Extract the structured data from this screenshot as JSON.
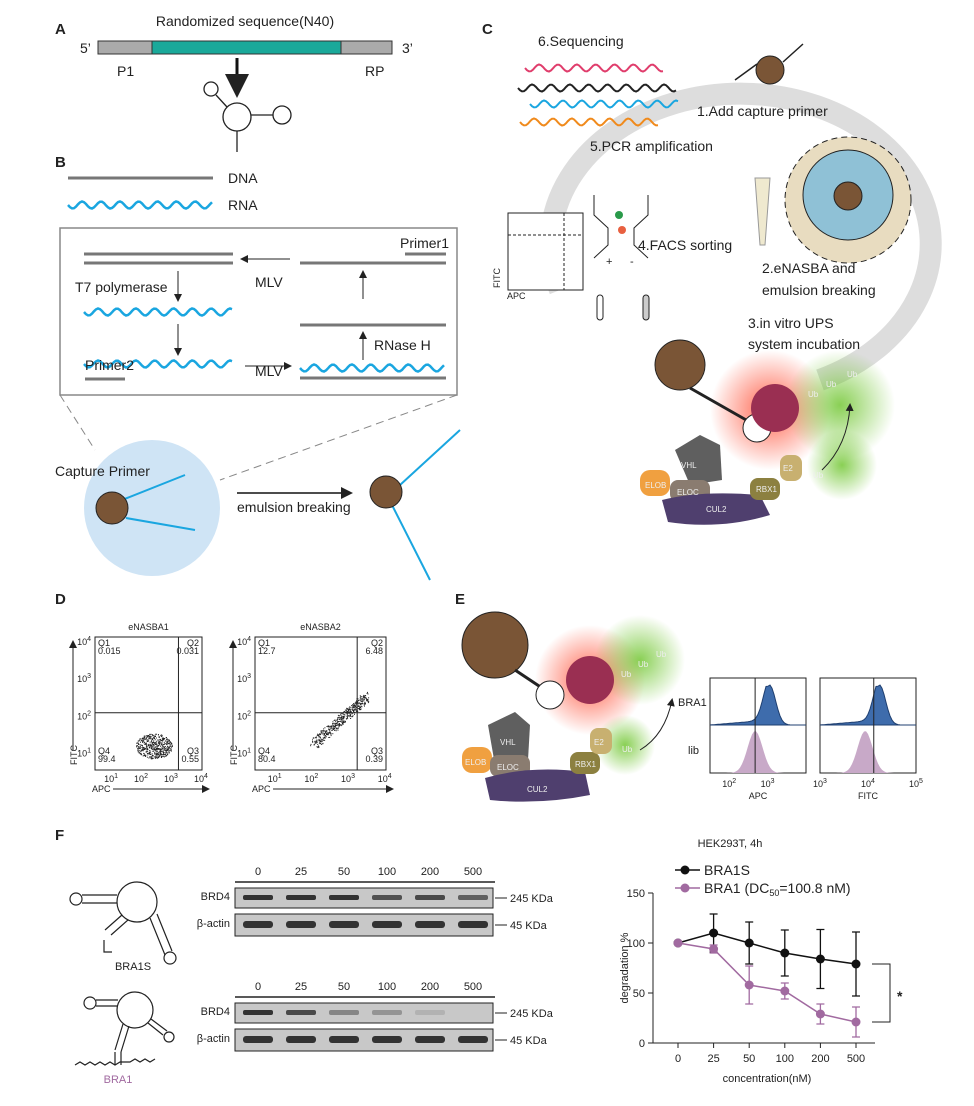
{
  "panels": {
    "a": "A",
    "b": "B",
    "c": "C",
    "d": "D",
    "e": "E",
    "f": "F"
  },
  "panel_a": {
    "title": "Randomized sequence(N40)",
    "five_prime": "5’",
    "three_prime": "3’",
    "p1": "P1",
    "rp": "RP"
  },
  "panel_b": {
    "dna": "DNA",
    "rna": "RNA",
    "primer1": "Primer1",
    "mlv_top": "MLV",
    "t7": "T7 polymerase",
    "rnase": "RNase H",
    "primer2": "Primer2",
    "mlv_bottom": "MLV",
    "capture_primer": "Capture Primer",
    "emulsion_breaking": "emulsion breaking"
  },
  "panel_c": {
    "step6": "6.Sequencing",
    "step1": "1.Add capture primer",
    "step5": "5.PCR amplification",
    "step4": "4.FACS sorting",
    "step2a": "2.eNASBA  and",
    "step2b": "emulsion breaking",
    "step3a": "3.in vitro UPS",
    "step3b": "system incubation",
    "fitc": "FITC",
    "apc": "APC",
    "plus": "+",
    "minus": "-",
    "proteins": {
      "vhl": "VHL",
      "elob": "ELOB",
      "eloc": "ELOC",
      "cul2": "CUL2",
      "rbx1": "RBX1",
      "e2": "E2",
      "ub": "Ub"
    }
  },
  "panel_d": {
    "plots": [
      {
        "title": "eNASBA1",
        "q1": "Q1",
        "q1v": "0.015",
        "q2": "Q2",
        "q2v": "0.031",
        "q3": "Q3",
        "q3v": "0.55",
        "q4": "Q4",
        "q4v": "99.4"
      },
      {
        "title": "eNASBA2",
        "q1": "Q1",
        "q1v": "12.7",
        "q2": "Q2",
        "q2v": "6.48",
        "q3": "Q3",
        "q3v": "0.39",
        "q4": "Q4",
        "q4v": "80.4"
      }
    ],
    "ylabel": "FITC",
    "xlabel": "APC",
    "ticks": [
      "10",
      "1",
      "10",
      "2",
      "10",
      "3",
      "10",
      "4"
    ]
  },
  "panel_e": {
    "bra1": "BRA1",
    "lib": "lib",
    "apc": "APC",
    "fitc": "FITC",
    "apc_ticks": [
      {
        "b": "10",
        "e": "2"
      },
      {
        "b": "10",
        "e": "3"
      }
    ],
    "fitc_ticks": [
      {
        "b": "10",
        "e": "3"
      },
      {
        "b": "10",
        "e": "4"
      },
      {
        "b": "10",
        "e": "5"
      }
    ],
    "proteins": {
      "vhl": "VHL",
      "elob": "ELOB",
      "eloc": "ELOC",
      "cul2": "CUL2",
      "rbx1": "RBX1",
      "e2": "E2",
      "ub": "Ub"
    }
  },
  "panel_f": {
    "bra1s": "BRA1S",
    "bra1": "BRA1",
    "lanes": [
      "0",
      "25",
      "50",
      "100",
      "200",
      "500"
    ],
    "brd4": "BRD4",
    "actin": "β-actin",
    "kda245": "245 KDa",
    "kda45": "45 KDa"
  },
  "colors": {
    "teal": "#1aa99a",
    "brown": "#7a5536",
    "rna": "#1aa6e0",
    "bra1": "#a16aa0",
    "hist_blue": "#3e6cac",
    "hist_pink": "#c8a9c8"
  },
  "chart_data": {
    "type": "line",
    "title": "HEK293T, 4h",
    "xlabel": "concentration(nM)",
    "ylabel": "degradation %",
    "categories": [
      "0",
      "25",
      "50",
      "100",
      "200",
      "500"
    ],
    "ylim": [
      0,
      150
    ],
    "yticks": [
      "0",
      "50",
      "100",
      "150"
    ],
    "series": [
      {
        "name": "BRA1S",
        "values": [
          100,
          110,
          100,
          90,
          84,
          79
        ],
        "errors": [
          0,
          19,
          21,
          23,
          29.5,
          32
        ],
        "color": "#111111"
      },
      {
        "name": "BRA1 (DC50=100.8 nM)",
        "name_main": "BRA1 (DC",
        "name_sub": "50",
        "name_tail": "=100.8 nM)",
        "values": [
          100,
          94,
          58,
          52,
          29,
          21
        ],
        "errors": [
          0,
          4,
          19,
          8,
          10,
          15
        ],
        "color": "#a16aa0"
      }
    ],
    "significance": "*"
  }
}
